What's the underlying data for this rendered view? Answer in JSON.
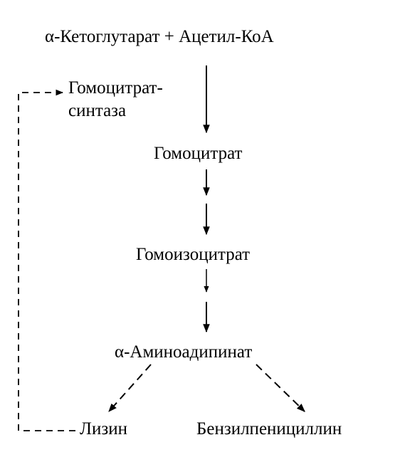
{
  "colors": {
    "ink": "#000000",
    "background": "#ffffff"
  },
  "nodes": {
    "start": "α-Кетоглутарат + Ацетил-КоА",
    "enzyme_line1": "Гомоцитрат-",
    "enzyme_line2": "синтаза",
    "homocitrate": "Гомоцитрат",
    "homoisocitrate": "Гомоизоцитрат",
    "aminoadipate": "α-Аминоадипинат",
    "lysine": "Лизин",
    "penicillin": "Бензилпенициллин"
  },
  "edges": [
    {
      "from": "start",
      "to": "homocitrate",
      "style": "solid"
    },
    {
      "from": "homocitrate",
      "to": "homoisocitrate",
      "style": "broken"
    },
    {
      "from": "homoisocitrate",
      "to": "aminoadipate",
      "style": "broken"
    },
    {
      "from": "aminoadipate",
      "to": "lysine",
      "style": "dashed"
    },
    {
      "from": "aminoadipate",
      "to": "penicillin",
      "style": "dashed"
    },
    {
      "from": "lysine",
      "to": "enzyme",
      "style": "dashed-feedback"
    }
  ]
}
